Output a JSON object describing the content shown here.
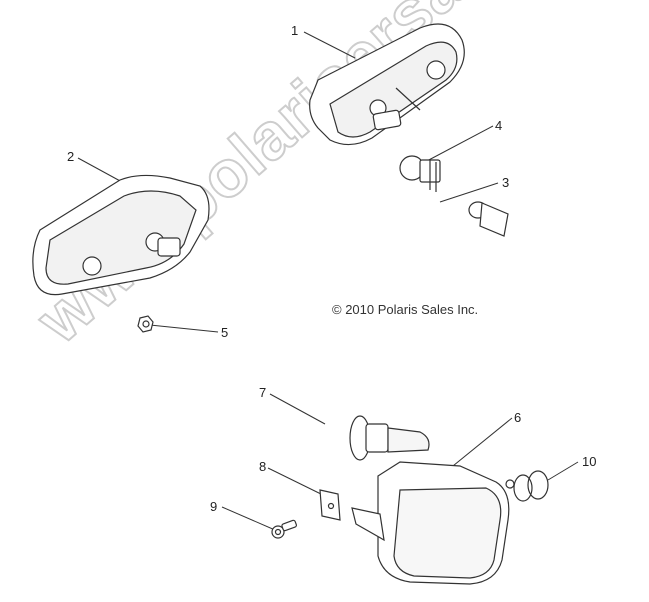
{
  "diagram": {
    "copyright": "© 2010 Polaris Sales Inc.",
    "watermark": "www.polarisersatzteile.de",
    "colors": {
      "line": "#333333",
      "fill": "#ffffff",
      "watermark": "#c8c8c8",
      "shade": "#d9d9d9"
    },
    "callouts": [
      {
        "num": "1",
        "part": "tail-light-housing-right"
      },
      {
        "num": "2",
        "part": "tail-light-housing-left"
      },
      {
        "num": "3",
        "part": "bulb-socket"
      },
      {
        "num": "4",
        "part": "wedge-bulb"
      },
      {
        "num": "5",
        "part": "nut"
      },
      {
        "num": "6",
        "part": "headlight-assembly"
      },
      {
        "num": "7",
        "part": "halogen-bulb"
      },
      {
        "num": "8",
        "part": "speed-nut-clip"
      },
      {
        "num": "9",
        "part": "screw"
      },
      {
        "num": "10",
        "part": "o-ring-seals"
      }
    ]
  }
}
